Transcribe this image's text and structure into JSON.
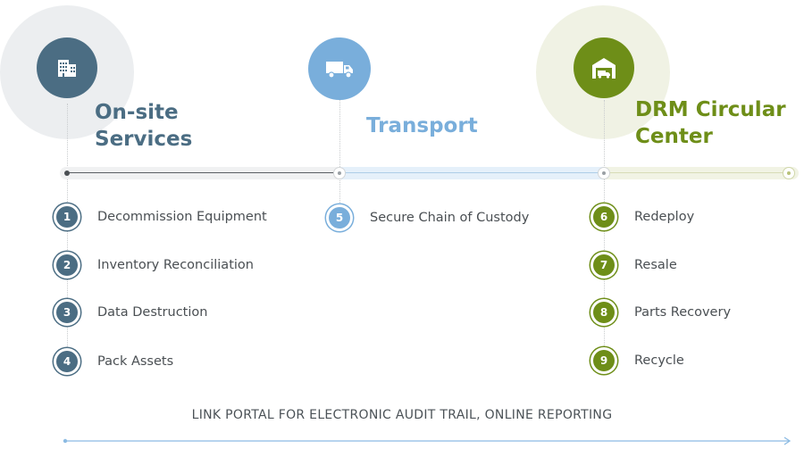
{
  "stages": [
    {
      "title_line1": "On-site",
      "title_line2": "Services",
      "icon": "building-icon",
      "color": "#4b6d83"
    },
    {
      "title_line1": "Transport",
      "title_line2": "",
      "icon": "truck-icon",
      "color": "#79aedb"
    },
    {
      "title_line1": "DRM Circular",
      "title_line2": "Center",
      "icon": "warehouse-truck-icon",
      "color": "#6e8e18"
    }
  ],
  "steps_onsite": [
    {
      "number": "1",
      "label": "Decommission Equipment"
    },
    {
      "number": "2",
      "label": "Inventory Reconciliation"
    },
    {
      "number": "3",
      "label": "Data Destruction"
    },
    {
      "number": "4",
      "label": "Pack Assets"
    }
  ],
  "steps_transport": [
    {
      "number": "5",
      "label": "Secure Chain of Custody"
    }
  ],
  "steps_drm": [
    {
      "number": "6",
      "label": "Redeploy"
    },
    {
      "number": "7",
      "label": "Resale"
    },
    {
      "number": "8",
      "label": "Parts Recovery"
    },
    {
      "number": "9",
      "label": "Recycle"
    }
  ],
  "footer": {
    "text": "LINK PORTAL FOR ELECTRONIC AUDIT TRAIL, ONLINE REPORTING"
  }
}
